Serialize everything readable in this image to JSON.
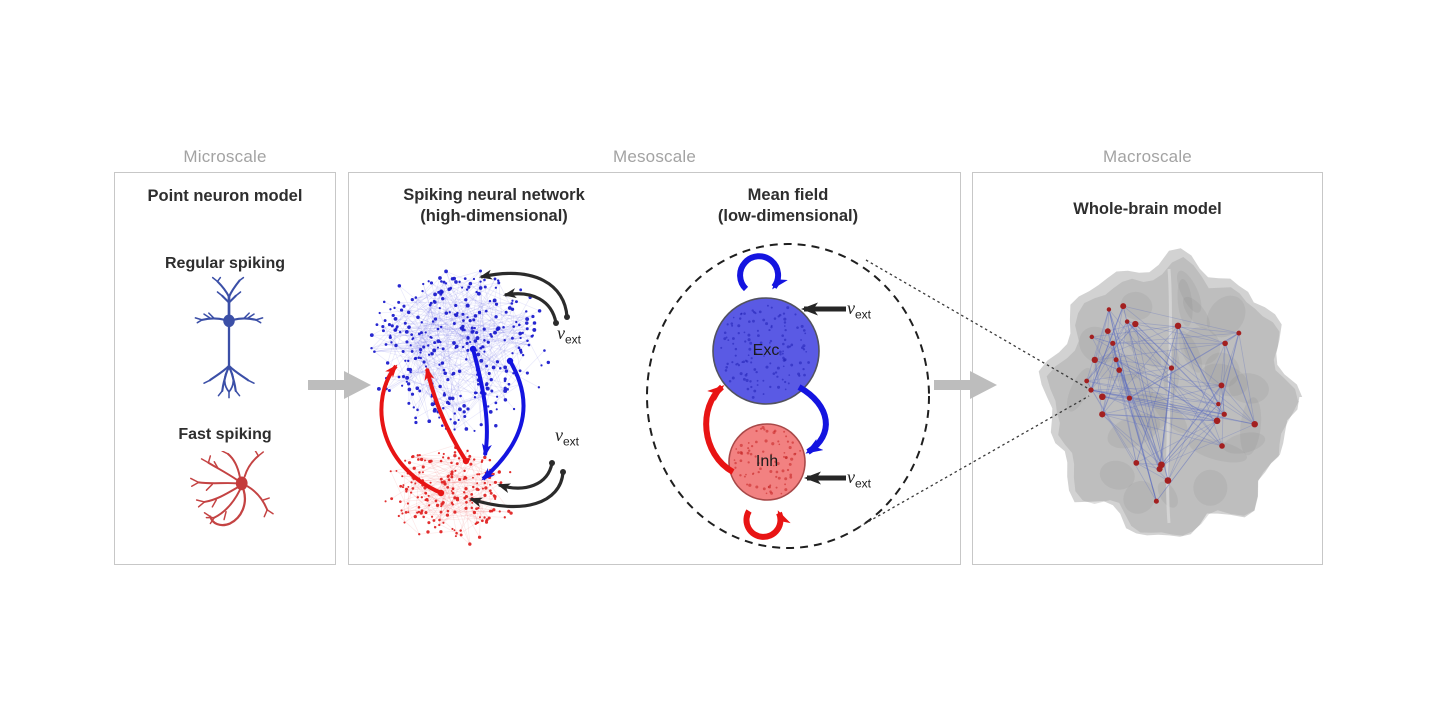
{
  "scale_headers": {
    "microscale": "Microscale",
    "mesoscale": "Mesoscale",
    "macroscale": "Macroscale"
  },
  "microscale_panel": {
    "title": "Point neuron model",
    "regular_spiking_label": "Regular spiking",
    "fast_spiking_label": "Fast spiking"
  },
  "mesoscale_panel": {
    "spiking_network": {
      "title": "Spiking neural network",
      "subtitle": "(high-dimensional)"
    },
    "mean_field": {
      "title": "Mean field",
      "subtitle": "(low-dimensional)",
      "excitatory_label": "Exc",
      "inhibitory_label": "Inh"
    },
    "external_input_label": {
      "symbol": "v",
      "subscript": "ext"
    }
  },
  "macroscale_panel": {
    "title": "Whole-brain model"
  },
  "colors": {
    "excitatory_blue": "#1414e0",
    "excitatory_fill": "#5a5ae4",
    "excitatory_dot": "#1c1ccd",
    "excitatory_edge": "#5555e0",
    "inhibitory_red": "#e81414",
    "inhibitory_fill": "#f28181",
    "inhibitory_dot": "#e02424",
    "inhibitory_edge": "#ee6666",
    "external_black": "#262626",
    "header_gray": "#a3a3a3",
    "panel_border": "#c7c7c7",
    "flow_arrow_gray": "#bdbdbd",
    "brain_gray": "#9b9b9b",
    "brain_edge_blue": "#5b6cc0",
    "brain_node_red": "#a32020"
  }
}
